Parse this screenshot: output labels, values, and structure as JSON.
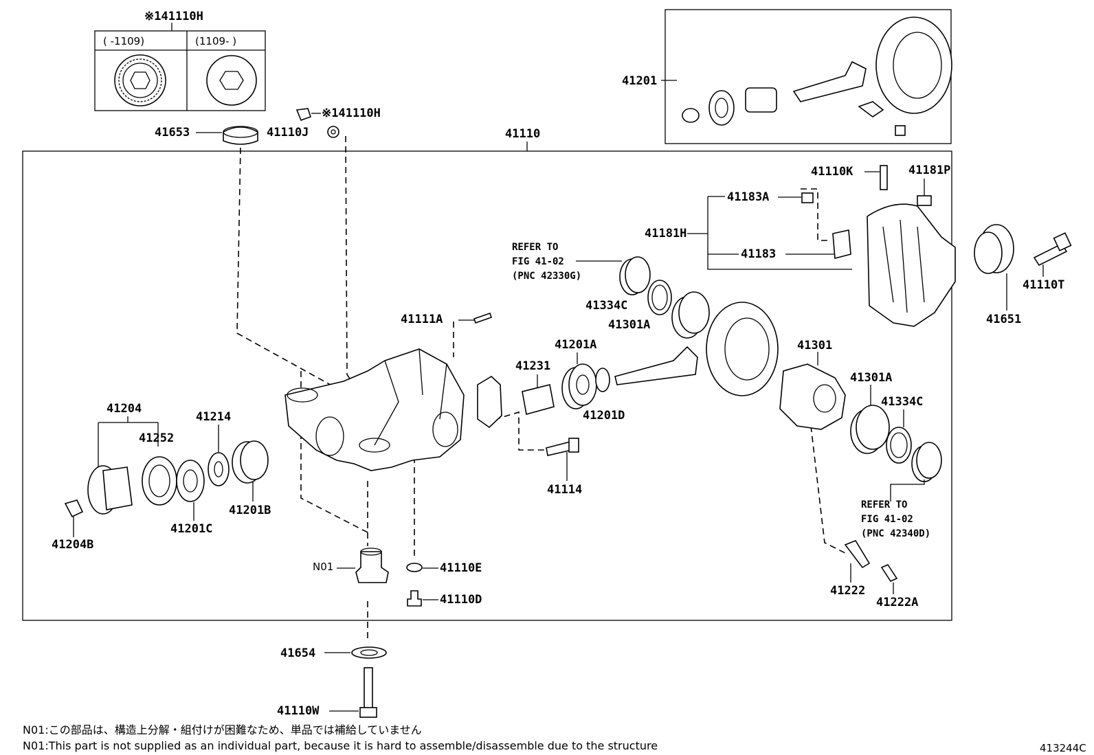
{
  "diagram": {
    "inset_variant": {
      "label": "※141110H",
      "col_left": "(     -1109)",
      "col_right": "(1109-     )"
    },
    "parts": {
      "p41653": "41653",
      "p41110J": "41110J",
      "p41110H_top": "※141110H",
      "p41110_main": "41110",
      "p41201": "41201",
      "p41110K": "41110K",
      "p41181P": "41181P",
      "p41183A": "41183A",
      "p41181H": "41181H",
      "p41183": "41183",
      "p41651": "41651",
      "p41110T": "41110T",
      "p41334C_top": "41334C",
      "p41301A_top": "41301A",
      "p41111A": "41111A",
      "p41201A": "41201A",
      "p41231": "41231",
      "p41201D": "41201D",
      "p41301": "41301",
      "p41301A_right": "41301A",
      "p41334C_right": "41334C",
      "p41204": "41204",
      "p41214": "41214",
      "p41252": "41252",
      "p41201B": "41201B",
      "p41201C": "41201C",
      "p41204B": "41204B",
      "p41114": "41114",
      "pN01": "N01",
      "p41110E": "41110E",
      "p41110D": "41110D",
      "p41222": "41222",
      "p41222A": "41222A",
      "p41654": "41654",
      "p41110W": "41110W"
    },
    "refer_top": {
      "line1": "REFER TO",
      "line2": "FIG 41-02",
      "line3": "(PNC 42330G)"
    },
    "refer_bottom": {
      "line1": "REFER TO",
      "line2": "FIG 41-02",
      "line3": "(PNC 42340D)"
    },
    "notes": {
      "jp": "N01:この部品は、構造上分解・組付けが困難なため、単品では補給していません",
      "en": "N01:This part is not supplied as an individual part, because it is hard to assemble/disassemble due to the structure"
    },
    "figure_code": "413244C"
  }
}
